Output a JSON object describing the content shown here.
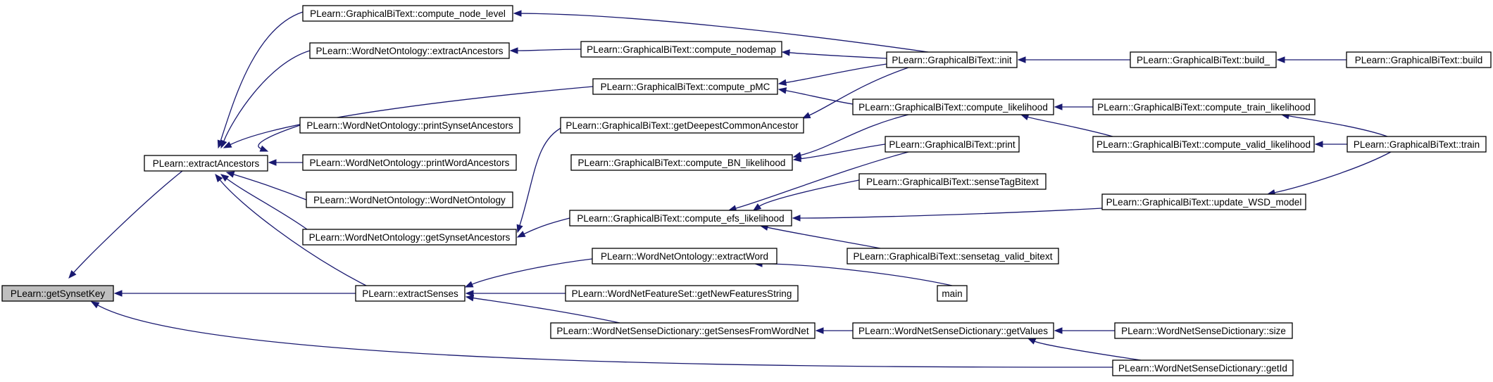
{
  "graph": {
    "root": "getSynsetKey",
    "nodes": [
      {
        "id": "getSynsetKey",
        "label": "PLearn::getSynsetKey",
        "root": true
      },
      {
        "id": "extractAncestors",
        "label": "PLearn::extractAncestors"
      },
      {
        "id": "extractSenses",
        "label": "PLearn::extractSenses"
      },
      {
        "id": "compute_node_level",
        "label": "PLearn::GraphicalBiText::compute_node_level"
      },
      {
        "id": "wno_extractAncestors",
        "label": "PLearn::WordNetOntology::extractAncestors"
      },
      {
        "id": "printSynsetAncestors",
        "label": "PLearn::WordNetOntology::printSynsetAncestors"
      },
      {
        "id": "printWordAncestors",
        "label": "PLearn::WordNetOntology::printWordAncestors"
      },
      {
        "id": "WordNetOntology_ctor",
        "label": "PLearn::WordNetOntology::WordNetOntology"
      },
      {
        "id": "getSynsetAncestors",
        "label": "PLearn::WordNetOntology::getSynsetAncestors"
      },
      {
        "id": "compute_nodemap",
        "label": "PLearn::GraphicalBiText::compute_nodemap"
      },
      {
        "id": "compute_pMC",
        "label": "PLearn::GraphicalBiText::compute_pMC"
      },
      {
        "id": "getDeepestCommonAncestor",
        "label": "PLearn::GraphicalBiText::getDeepestCommonAncestor"
      },
      {
        "id": "compute_BN_likelihood",
        "label": "PLearn::GraphicalBiText::compute_BN_likelihood"
      },
      {
        "id": "compute_efs_likelihood",
        "label": "PLearn::GraphicalBiText::compute_efs_likelihood"
      },
      {
        "id": "extractWord",
        "label": "PLearn::WordNetOntology::extractWord"
      },
      {
        "id": "getNewFeaturesString",
        "label": "PLearn::WordNetFeatureSet::getNewFeaturesString"
      },
      {
        "id": "getSensesFromWordNet",
        "label": "PLearn::WordNetSenseDictionary::getSensesFromWordNet"
      },
      {
        "id": "init",
        "label": "PLearn::GraphicalBiText::init"
      },
      {
        "id": "compute_likelihood",
        "label": "PLearn::GraphicalBiText::compute_likelihood"
      },
      {
        "id": "print",
        "label": "PLearn::GraphicalBiText::print"
      },
      {
        "id": "senseTagBitext",
        "label": "PLearn::GraphicalBiText::senseTagBitext"
      },
      {
        "id": "sensetag_valid_bitext",
        "label": "PLearn::GraphicalBiText::sensetag_valid_bitext"
      },
      {
        "id": "main",
        "label": "main"
      },
      {
        "id": "getValues",
        "label": "PLearn::WordNetSenseDictionary::getValues"
      },
      {
        "id": "build_",
        "label": "PLearn::GraphicalBiText::build_"
      },
      {
        "id": "compute_train_likelihood",
        "label": "PLearn::GraphicalBiText::compute_train_likelihood"
      },
      {
        "id": "compute_valid_likelihood",
        "label": "PLearn::GraphicalBiText::compute_valid_likelihood"
      },
      {
        "id": "update_WSD_model",
        "label": "PLearn::GraphicalBiText::update_WSD_model"
      },
      {
        "id": "size",
        "label": "PLearn::WordNetSenseDictionary::size"
      },
      {
        "id": "getId",
        "label": "PLearn::WordNetSenseDictionary::getId"
      },
      {
        "id": "build",
        "label": "PLearn::GraphicalBiText::build"
      },
      {
        "id": "train",
        "label": "PLearn::GraphicalBiText::train"
      }
    ],
    "edges": [
      {
        "from": "extractAncestors",
        "to": "getSynsetKey"
      },
      {
        "from": "extractSenses",
        "to": "getSynsetKey"
      },
      {
        "from": "getId",
        "to": "getSynsetKey"
      },
      {
        "from": "compute_node_level",
        "to": "extractAncestors"
      },
      {
        "from": "wno_extractAncestors",
        "to": "extractAncestors"
      },
      {
        "from": "compute_pMC",
        "to": "extractAncestors"
      },
      {
        "from": "printSynsetAncestors",
        "to": "extractAncestors"
      },
      {
        "from": "printWordAncestors",
        "to": "extractAncestors"
      },
      {
        "from": "WordNetOntology_ctor",
        "to": "extractAncestors"
      },
      {
        "from": "getSynsetAncestors",
        "to": "extractAncestors"
      },
      {
        "from": "extractSenses",
        "to": "extractAncestors"
      },
      {
        "from": "extractWord",
        "to": "extractSenses"
      },
      {
        "from": "getNewFeaturesString",
        "to": "extractSenses"
      },
      {
        "from": "getSensesFromWordNet",
        "to": "extractSenses"
      },
      {
        "from": "compute_nodemap",
        "to": "wno_extractAncestors"
      },
      {
        "from": "getDeepestCommonAncestor",
        "to": "getSynsetAncestors"
      },
      {
        "from": "compute_efs_likelihood",
        "to": "getSynsetAncestors"
      },
      {
        "from": "init",
        "to": "compute_node_level"
      },
      {
        "from": "init",
        "to": "compute_nodemap"
      },
      {
        "from": "init",
        "to": "compute_pMC"
      },
      {
        "from": "compute_likelihood",
        "to": "compute_pMC"
      },
      {
        "from": "init",
        "to": "getDeepestCommonAncestor"
      },
      {
        "from": "compute_likelihood",
        "to": "compute_BN_likelihood"
      },
      {
        "from": "print",
        "to": "compute_BN_likelihood"
      },
      {
        "from": "print",
        "to": "compute_efs_likelihood"
      },
      {
        "from": "senseTagBitext",
        "to": "compute_efs_likelihood"
      },
      {
        "from": "update_WSD_model",
        "to": "compute_efs_likelihood"
      },
      {
        "from": "sensetag_valid_bitext",
        "to": "compute_efs_likelihood"
      },
      {
        "from": "main",
        "to": "extractWord"
      },
      {
        "from": "getValues",
        "to": "getSensesFromWordNet"
      },
      {
        "from": "build_",
        "to": "init"
      },
      {
        "from": "compute_train_likelihood",
        "to": "compute_likelihood"
      },
      {
        "from": "compute_valid_likelihood",
        "to": "compute_likelihood"
      },
      {
        "from": "build",
        "to": "build_"
      },
      {
        "from": "train",
        "to": "compute_train_likelihood"
      },
      {
        "from": "train",
        "to": "compute_valid_likelihood"
      },
      {
        "from": "train",
        "to": "update_WSD_model"
      },
      {
        "from": "size",
        "to": "getValues"
      },
      {
        "from": "getId",
        "to": "getValues"
      }
    ]
  }
}
